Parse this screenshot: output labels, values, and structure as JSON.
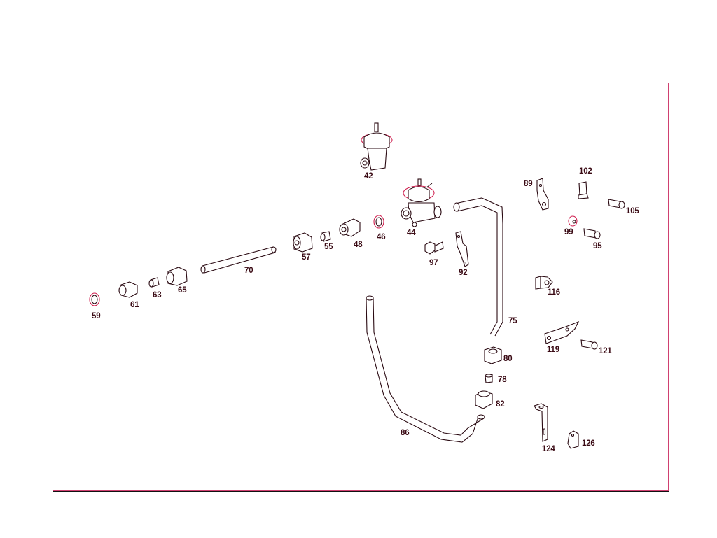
{
  "diagram": {
    "type": "exploded-parts-diagram",
    "colors": {
      "line": "#2a0a12",
      "accent": "#d02050",
      "label": "#3a0a14",
      "frame": "#111111",
      "background": "#ffffff"
    },
    "parts": [
      {
        "id": "p42",
        "label": "42",
        "name": "vacuum-valve"
      },
      {
        "id": "p44",
        "label": "44",
        "name": "egr-valve"
      },
      {
        "id": "p46",
        "label": "46",
        "name": "sealing-ring"
      },
      {
        "id": "p48",
        "label": "48",
        "name": "threaded-fitting"
      },
      {
        "id": "p55",
        "label": "55",
        "name": "compression-sleeve"
      },
      {
        "id": "p57",
        "label": "57",
        "name": "union-nut"
      },
      {
        "id": "p59",
        "label": "59",
        "name": "sealing-ring"
      },
      {
        "id": "p61",
        "label": "61",
        "name": "threaded-fitting"
      },
      {
        "id": "p63",
        "label": "63",
        "name": "compression-sleeve"
      },
      {
        "id": "p65",
        "label": "65",
        "name": "union-nut"
      },
      {
        "id": "p70",
        "label": "70",
        "name": "pipe"
      },
      {
        "id": "p75",
        "label": "75",
        "name": "bent-pipe"
      },
      {
        "id": "p78",
        "label": "78",
        "name": "compression-sleeve"
      },
      {
        "id": "p80",
        "label": "80",
        "name": "union-nut"
      },
      {
        "id": "p82",
        "label": "82",
        "name": "threaded-fitting"
      },
      {
        "id": "p86",
        "label": "86",
        "name": "bent-pipe"
      },
      {
        "id": "p89",
        "label": "89",
        "name": "bracket"
      },
      {
        "id": "p92",
        "label": "92",
        "name": "bracket"
      },
      {
        "id": "p95",
        "label": "95",
        "name": "bolt"
      },
      {
        "id": "p97",
        "label": "97",
        "name": "hex-bolt"
      },
      {
        "id": "p99",
        "label": "99",
        "name": "washer"
      },
      {
        "id": "p102",
        "label": "102",
        "name": "clip"
      },
      {
        "id": "p105",
        "label": "105",
        "name": "bolt"
      },
      {
        "id": "p116",
        "label": "116",
        "name": "pipe-clamp"
      },
      {
        "id": "p119",
        "label": "119",
        "name": "bracket"
      },
      {
        "id": "p121",
        "label": "121",
        "name": "bolt"
      },
      {
        "id": "p124",
        "label": "124",
        "name": "bracket"
      },
      {
        "id": "p126",
        "label": "126",
        "name": "pipe-clamp"
      }
    ]
  }
}
